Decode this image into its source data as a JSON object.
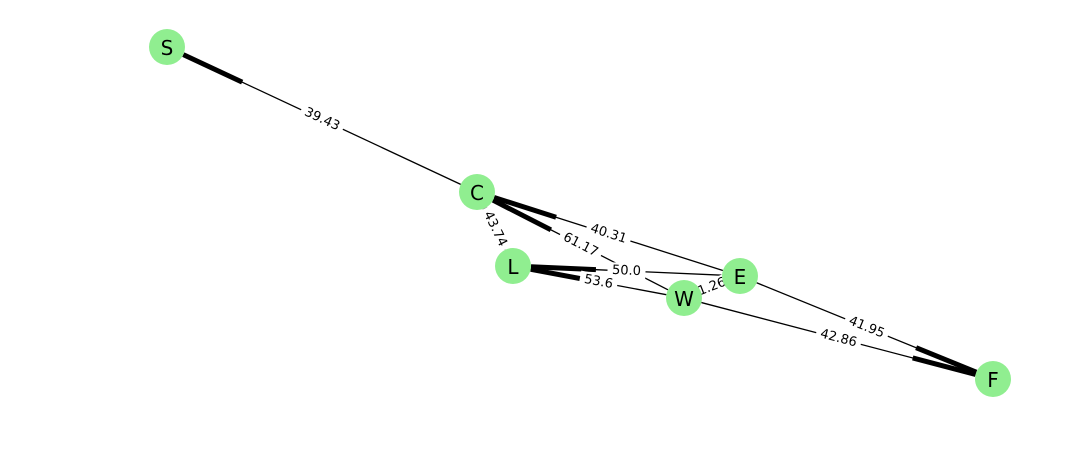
{
  "diagram": {
    "type": "directed-weighted-graph",
    "node_color": "#90ee90",
    "edge_color": "#000000",
    "nodes": [
      {
        "id": "S",
        "label": "S"
      },
      {
        "id": "C",
        "label": "C"
      },
      {
        "id": "L",
        "label": "L"
      },
      {
        "id": "E",
        "label": "E"
      },
      {
        "id": "W",
        "label": "W"
      },
      {
        "id": "F",
        "label": "F"
      }
    ],
    "edges": [
      {
        "from": "C",
        "to": "S",
        "label": "39.43"
      },
      {
        "from": "E",
        "to": "C",
        "label": "40.31"
      },
      {
        "from": "W",
        "to": "C",
        "label": "61.17"
      },
      {
        "from": "L",
        "to": "C",
        "label": "43.74"
      },
      {
        "from": "E",
        "to": "L",
        "label": "50.0"
      },
      {
        "from": "W",
        "to": "L",
        "label": "53.6"
      },
      {
        "from": "W",
        "to": "E",
        "label": "1.26"
      },
      {
        "from": "E",
        "to": "F",
        "label": "41.95"
      },
      {
        "from": "W",
        "to": "F",
        "label": "42.86"
      }
    ]
  }
}
